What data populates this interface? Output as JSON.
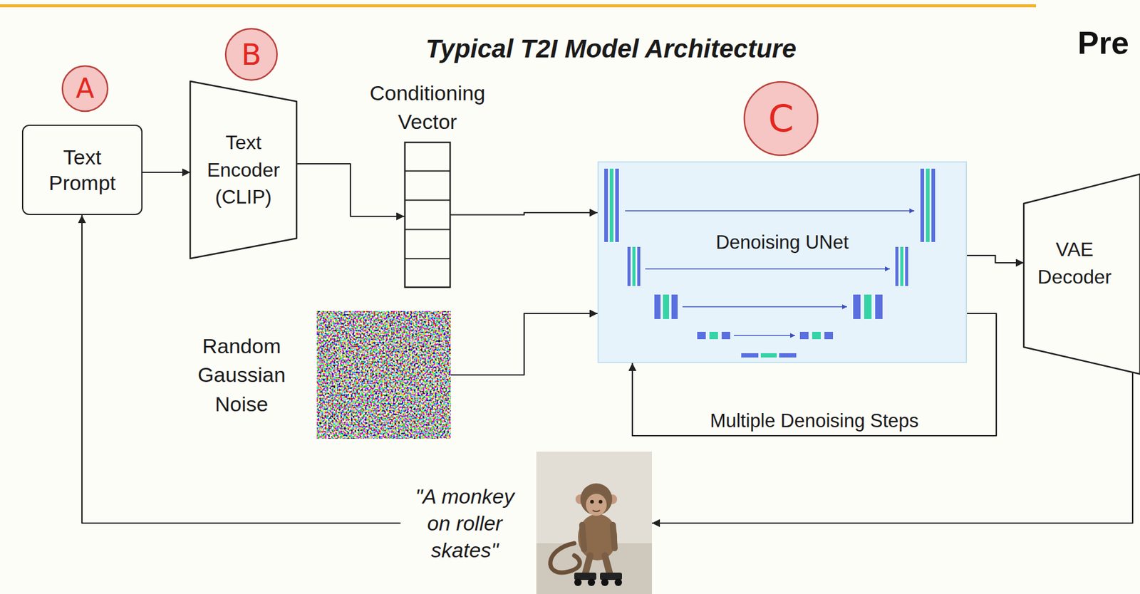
{
  "diagram": {
    "title": "Typical T2I Model Architecture",
    "nodes": [
      {
        "text": [
          "A"
        ]
      },
      {
        "text": [
          "Text Prompt"
        ]
      },
      {
        "text": [
          "B"
        ]
      },
      {
        "text": [
          "Text Encoder (CLIP)"
        ]
      },
      {
        "text": [
          "Conditioning Vector"
        ]
      },
      {
        "text": [
          "Random Gaussian Noise"
        ]
      },
      {
        "text": [
          "C"
        ]
      },
      {
        "text": [
          "Denoising UNet"
        ]
      },
      {
        "text": [
          "VAE Decoder"
        ]
      },
      {
        "text": [
          "\"A monkey on roller skates\""
        ]
      }
    ],
    "edges": [
      {
        "from": 1,
        "to": 3,
        "arrow": "to"
      },
      {
        "from": 3,
        "to": 4,
        "arrow": "to"
      },
      {
        "from": 4,
        "to": 7,
        "arrow": "to"
      },
      {
        "from": 5,
        "to": 7,
        "arrow": "to"
      },
      {
        "from": 7,
        "to": 7,
        "label": "Multiple Denoising Steps",
        "arrow": "to"
      },
      {
        "from": 7,
        "to": 8,
        "arrow": "to"
      },
      {
        "from": 8,
        "to": 9,
        "arrow": "to"
      },
      {
        "from": 9,
        "to": 1,
        "arrow": "to"
      }
    ],
    "labels": [
      "Pre"
    ]
  }
}
